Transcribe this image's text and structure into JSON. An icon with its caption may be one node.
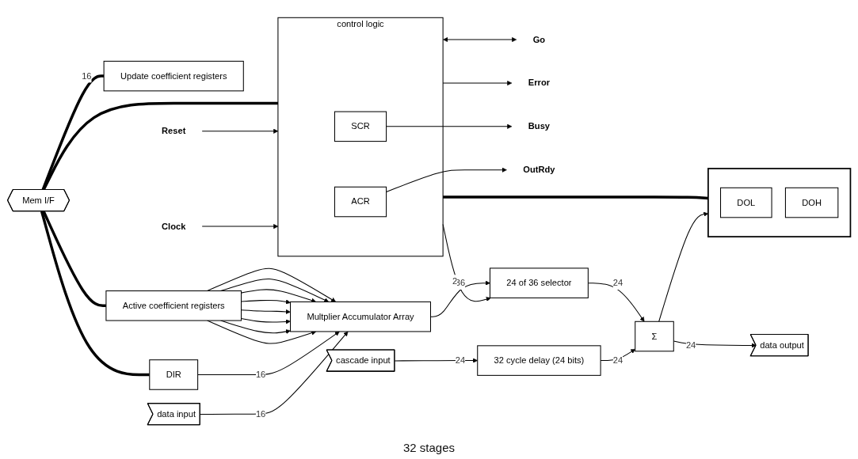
{
  "diagram": {
    "nodes": [
      {
        "text": [
          "Mem I/F"
        ]
      },
      {
        "text": [
          "Update coefficient registers"
        ]
      },
      {
        "text": [
          "Active coefficient registers"
        ]
      },
      {
        "text": [
          "DIR"
        ]
      },
      {
        "text": [
          "control logic"
        ]
      },
      {
        "text": [
          "SCR"
        ],
        "in": 4
      },
      {
        "text": [
          "ACR"
        ],
        "in": 4
      },
      {
        "text": [],
        "shape": "box"
      },
      {
        "text": [
          "DOL"
        ],
        "in": 7
      },
      {
        "text": [
          "DOH"
        ],
        "in": 7
      },
      {
        "text": [
          "Reset"
        ]
      },
      {
        "text": [
          "Go"
        ]
      },
      {
        "text": [
          "Clock"
        ]
      },
      {
        "text": [
          "Error"
        ]
      },
      {
        "text": [
          "Busy"
        ]
      },
      {
        "text": [
          "OutRdy"
        ]
      },
      {
        "text": [
          "data input"
        ]
      },
      {
        "text": [
          "Multplier Accumulator Array"
        ]
      },
      {
        "text": [
          "24 of 36 selector"
        ]
      },
      {
        "text": [
          "Σ"
        ]
      },
      {
        "text": [
          "data output"
        ]
      },
      {
        "text": [
          "cascade input"
        ]
      },
      {
        "text": [
          "32 cycle delay (24 bits)"
        ]
      }
    ],
    "edges": [
      {
        "from": 0,
        "to": 1,
        "arrow": "none",
        "style": "thick",
        "label": "16"
      },
      {
        "from": 0,
        "to": 2,
        "arrow": "none",
        "style": "thick"
      },
      {
        "from": 0,
        "to": 3,
        "arrow": "none",
        "style": "thick"
      },
      {
        "from": 0,
        "to": 4,
        "arrow": "none",
        "style": "thick"
      },
      {
        "from": 4,
        "to": 7,
        "arrow": "none",
        "style": "thick"
      },
      {
        "from": 10,
        "to": 4,
        "arrow": "to"
      },
      {
        "from": 4,
        "to": 11,
        "arrow": "both"
      },
      {
        "from": 12,
        "to": 4,
        "arrow": "to"
      },
      {
        "from": 4,
        "to": 13,
        "arrow": "to"
      },
      {
        "from": 5,
        "to": 14,
        "arrow": "to"
      },
      {
        "from": 6,
        "to": 15,
        "arrow": "to"
      },
      {
        "from": 2,
        "to": 17,
        "arrow": "to"
      },
      {
        "from": 2,
        "to": 17,
        "arrow": "to"
      },
      {
        "from": 2,
        "to": 17,
        "arrow": "to"
      },
      {
        "from": 2,
        "to": 17,
        "arrow": "to"
      },
      {
        "from": 2,
        "to": 17,
        "arrow": "to"
      },
      {
        "from": 2,
        "to": 17,
        "arrow": "to"
      },
      {
        "from": 2,
        "to": 17,
        "arrow": "to"
      },
      {
        "from": 2,
        "to": 17,
        "arrow": "to"
      },
      {
        "from": 3,
        "to": 17,
        "arrow": "to",
        "label": "16"
      },
      {
        "from": 16,
        "to": 17,
        "arrow": "to",
        "label": "16"
      },
      {
        "from": 17,
        "to": 18,
        "arrow": "to",
        "label": "36"
      },
      {
        "from": 4,
        "to": 18,
        "arrow": "to",
        "label": "2"
      },
      {
        "from": 18,
        "to": 19,
        "arrow": "to",
        "label": "24"
      },
      {
        "from": 21,
        "to": 22,
        "arrow": "to",
        "label": "24"
      },
      {
        "from": 22,
        "to": 19,
        "arrow": "to",
        "label": "24"
      },
      {
        "from": 19,
        "to": 20,
        "arrow": "to",
        "label": "24"
      },
      {
        "from": 19,
        "to": 7,
        "arrow": "to"
      }
    ],
    "labels": [
      "32 stages"
    ]
  }
}
